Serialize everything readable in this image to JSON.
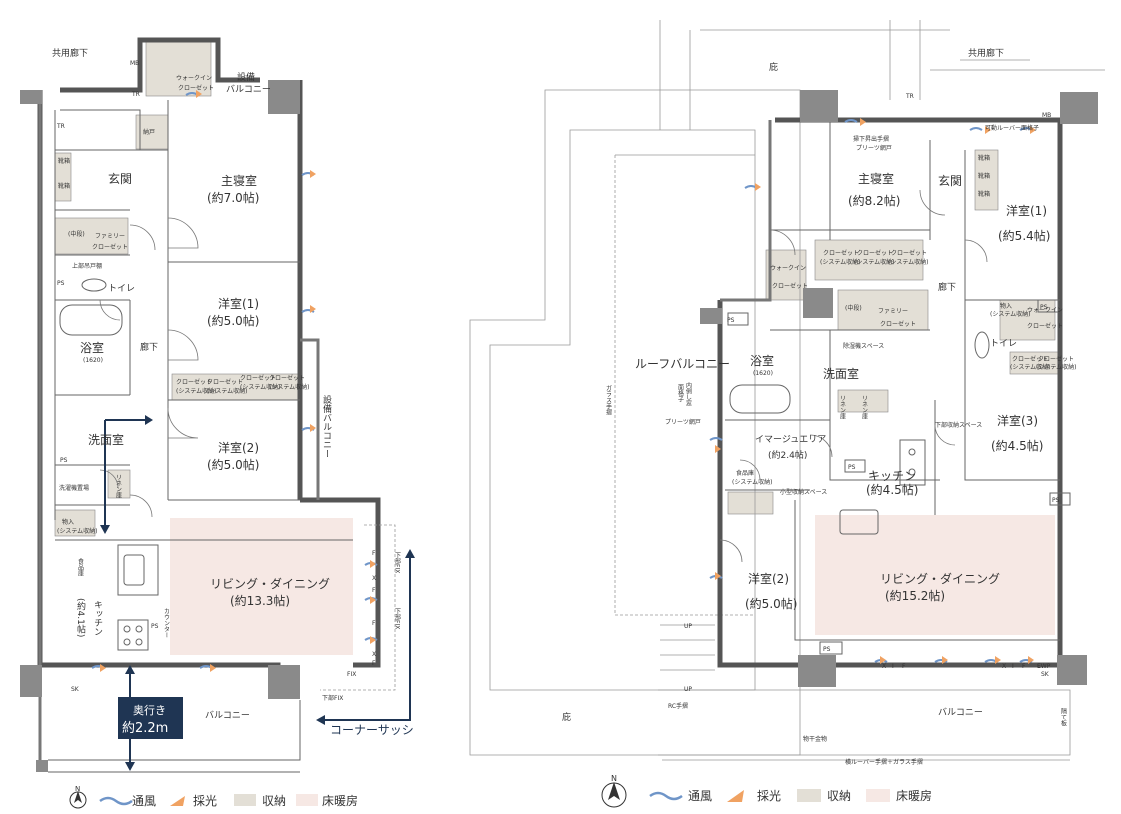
{
  "plan_a": {
    "corridor": "共用廊下",
    "mb": "MB",
    "tr1": "TR",
    "tr2": "TR",
    "walkin": [
      "ウォークイン",
      "クローゼット"
    ],
    "equip_balcony_top": [
      "設備",
      "バルコニー"
    ],
    "nando": "納戸",
    "kutsu1": "靴箱",
    "kutsu2": "靴箱",
    "entrance": "玄関",
    "master": [
      "主寝室",
      "(約7.0帖)"
    ],
    "family_closet": [
      "(中段)",
      "ファミリー",
      "クローゼット"
    ],
    "jouge": "上部吊戸棚",
    "ps1": "PS",
    "toilet": "トイレ",
    "bath": [
      "浴室",
      "(1620)"
    ],
    "hall": "廊下",
    "western1": [
      "洋室(1)",
      "(約5.0帖)"
    ],
    "closets": [
      "クローゼット",
      "(システム収納)",
      "クローゼット",
      "(システム収納)",
      "クローゼット",
      "(システム収納)",
      "クローゼット",
      "(システム収納)"
    ],
    "equip_balcony_side": "設備バルコニー",
    "washroom": "洗面室",
    "ps2": "PS",
    "linen": "リネン庫",
    "western2": [
      "洋室(2)",
      "(約5.0帖)"
    ],
    "washer": "洗濯機置場",
    "storage": [
      "物入",
      "(システム収納)"
    ],
    "food": "食品庫",
    "kitchen": [
      "キッチン",
      "(約4.1帖)"
    ],
    "ps3": "PS",
    "counter": "カウンター",
    "living": [
      "リビング・ダイニング",
      "(約13.3帖)"
    ],
    "fix_labels": [
      "下部FIX",
      "F",
      "X",
      "F",
      "下部FIX",
      "F",
      "X",
      "F",
      "FIX",
      "下部FIX"
    ],
    "sk": "SK",
    "balcony": "バルコニー",
    "depth": [
      "奥行き",
      "約2.2m"
    ],
    "corner": "コーナーサッシ"
  },
  "plan_b": {
    "eaves_top": "庇",
    "corridor": "共用廊下",
    "mb": "MB",
    "tr": "TR",
    "louver": "可動ルーバー面格子",
    "master_top": [
      "掃下昇出手摺",
      "プリーツ網戸"
    ],
    "master": [
      "主寝室",
      "(約8.2帖)"
    ],
    "entrance": "玄関",
    "kutsu": [
      "靴箱",
      "靴箱",
      "靴箱"
    ],
    "western1": [
      "洋室(1)",
      "(約5.4帖)"
    ],
    "closet_row": [
      "クローゼット",
      "(システム収納)",
      "クローゼット",
      "(システム収納)",
      "クローゼット",
      "(システム収納)"
    ],
    "walkin1": [
      "ウォークイン",
      "クローゼット"
    ],
    "hall": "廊下",
    "family": [
      "(中段)",
      "ファミリー",
      "クローゼット"
    ],
    "storage_w": [
      "物入",
      "(システム収納)"
    ],
    "walkin2": [
      "ウォークイン",
      "クローゼット"
    ],
    "toilet": "トイレ",
    "roof_balcony": "ルーフバルコニー",
    "glass_rail": "ガラス手摺",
    "ps": [
      "PS",
      "PS",
      "PS",
      "PS",
      "PS"
    ],
    "dehum": "除湿機スペース",
    "bath": [
      "浴室",
      "(1620)"
    ],
    "washroom": "洗面室",
    "window_labels": [
      "内倒し窓",
      "面格子"
    ],
    "pleats": "プリーツ網戸",
    "linen": [
      "リネン庫",
      "リネン庫"
    ],
    "closets_lower": [
      "クローゼット",
      "(システム収納)",
      "クローゼット",
      "(システム収納)"
    ],
    "western3": [
      "洋室(3)",
      "(約4.5帖)"
    ],
    "image_area": [
      "イマージュエリア",
      "(約2.4帖)"
    ],
    "food": [
      "食品庫",
      "(システム収納)"
    ],
    "kitchen": [
      "キッチン",
      "(約4.5帖)"
    ],
    "under_sink": "下部収納スペース",
    "western2": [
      "洋室(2)",
      "(約5.0帖)"
    ],
    "small_space": "小型収納スペース",
    "living": [
      "リビング・ダイニング",
      "(約15.2帖)"
    ],
    "up": [
      "UP",
      "UP"
    ],
    "fix_labels": [
      "X",
      "I",
      "F",
      "X",
      "I",
      "F"
    ],
    "ewp": "EWP",
    "sk": "SK",
    "eaves_bottom": "庇",
    "rc": "RC手摺",
    "balcony": "バルコニー",
    "rail_note": "横ルーバー手摺＋ガラス手摺",
    "hanger": "物干金物",
    "partition": "隔て板"
  },
  "legend": {
    "items": [
      "通風",
      "採光",
      "収納",
      "床暖房"
    ],
    "colors": {
      "vent": "#6f95c8",
      "light": "#f0a262",
      "storage": "#e3dfd6",
      "heating": "#f6e8e4"
    },
    "icons": [
      "north-arrow-icon",
      "ventilation-icon",
      "daylight-icon",
      "storage-swatch-icon",
      "floor-heating-swatch-icon"
    ]
  },
  "accent": {
    "depth_box": "#1f3553",
    "arrow": "#1f3553"
  }
}
